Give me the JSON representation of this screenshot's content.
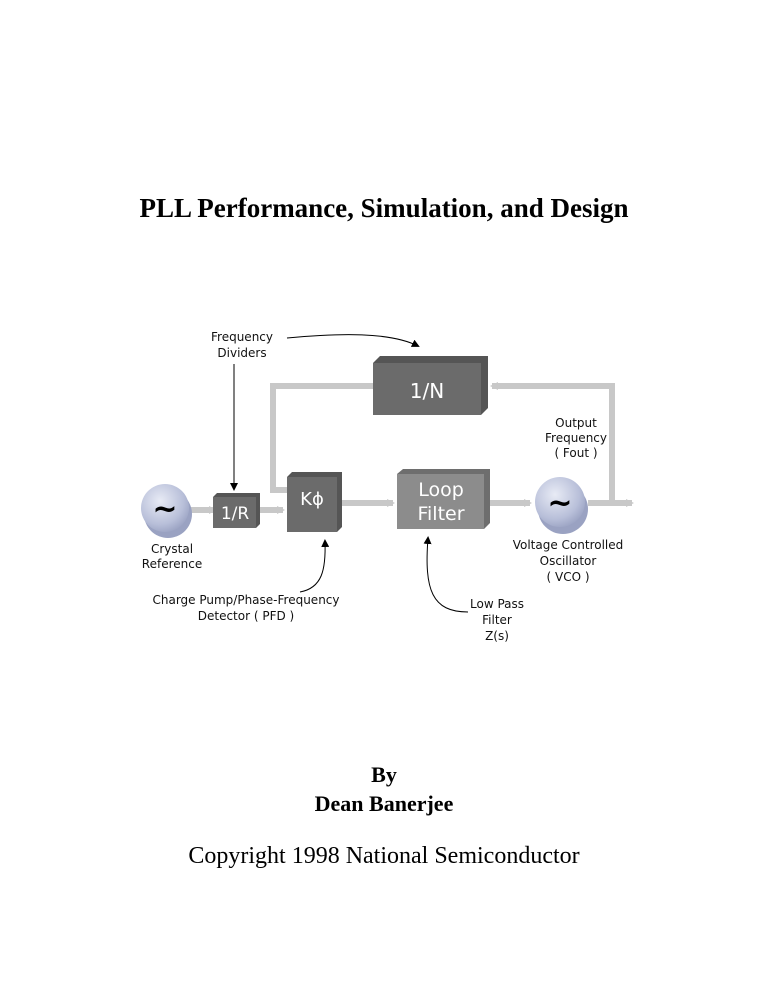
{
  "title": "PLL Performance, Simulation, and Design",
  "diagram": {
    "blocks": {
      "divider_n": "1/N",
      "divider_r": "1/R",
      "phase_detector": "Kϕ",
      "loop_filter_line1": "Loop",
      "loop_filter_line2": "Filter",
      "crystal_symbol": "~",
      "vco_symbol": "~"
    },
    "labels": {
      "frequency_dividers": [
        "Frequency",
        "Dividers"
      ],
      "output_frequency": [
        "Output",
        "Frequency",
        "( Fout )"
      ],
      "crystal_reference": [
        "Crystal",
        "Reference"
      ],
      "vco": [
        "Voltage Controlled",
        "Oscillator",
        "( VCO )"
      ],
      "pfd": [
        "Charge Pump/Phase-Frequency",
        "Detector  ( PFD )"
      ],
      "low_pass_filter": [
        "Low Pass",
        "Filter",
        "Z(s)"
      ]
    }
  },
  "byline": {
    "by": "By",
    "author": "Dean Banerjee"
  },
  "copyright": "Copyright 1998  National Semiconductor",
  "colors": {
    "block_dark": "#6b6b6b",
    "block_light": "#8c8c8c",
    "signal_line": "#c8c8c8",
    "oscillator": "#b8bfd9"
  }
}
